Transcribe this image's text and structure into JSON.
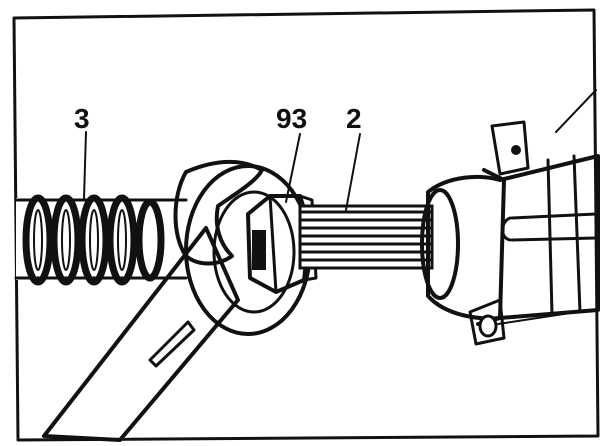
{
  "figure": {
    "callouts": [
      {
        "id": "spring",
        "label": "3"
      },
      {
        "id": "nut",
        "label": "93"
      },
      {
        "id": "splined-shaft",
        "label": "2"
      }
    ],
    "colors": {
      "ink": "#111111",
      "paper": "#ffffff"
    }
  }
}
